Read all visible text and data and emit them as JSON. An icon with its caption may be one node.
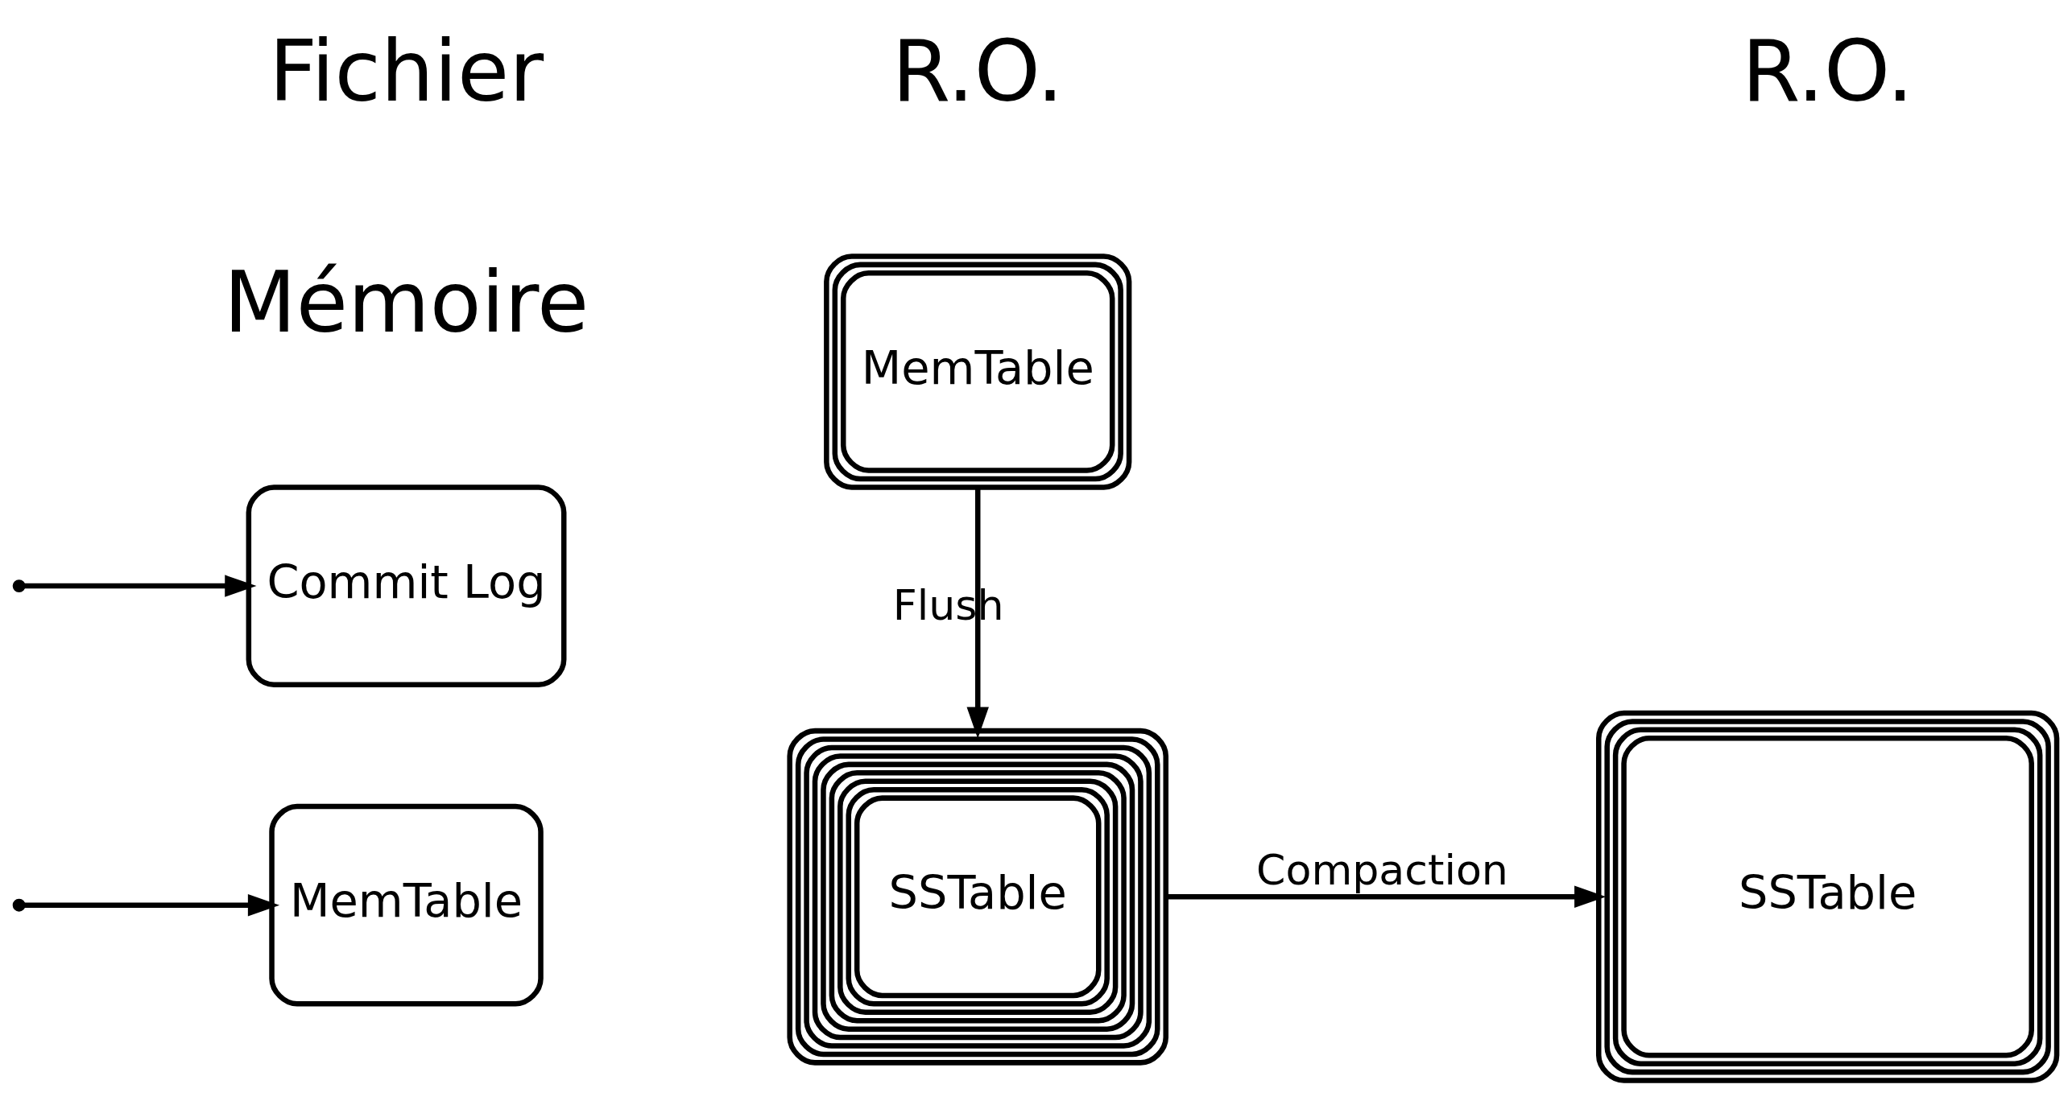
{
  "diagram": {
    "nodes": [
      {
        "text": [
          "MemTable"
        ]
      },
      {
        "text": [
          "Commit Log"
        ]
      },
      {
        "text": [
          "MemTable"
        ]
      },
      {
        "text": [
          "SSTable"
        ]
      },
      {
        "text": [
          "SSTable"
        ]
      }
    ],
    "edges": [
      {
        "from": null,
        "to": 0,
        "arrow": "to"
      },
      {
        "from": null,
        "to": 1,
        "arrow": "to"
      },
      {
        "from": 2,
        "to": 3,
        "arrow": "to",
        "label": "Flush"
      },
      {
        "from": 3,
        "to": 4,
        "arrow": "to",
        "label": "Compaction"
      }
    ],
    "labels": [
      "Mémoire",
      "Fichier",
      "R.O.",
      "R.O."
    ]
  }
}
